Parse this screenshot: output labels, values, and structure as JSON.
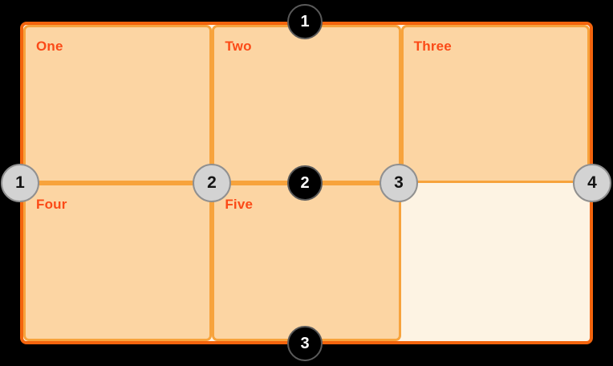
{
  "colors": {
    "background": "#000000",
    "container_border": "#F3640D",
    "container_bg": "#FDF3E3",
    "cell_bg": "#FCD5A3",
    "cell_border": "#F7A33C",
    "cell_label": "#FB4A17",
    "row_badge_bg": "#000000",
    "row_badge_border": "#5A5A5A",
    "row_badge_text": "#FFFFFF",
    "col_badge_bg": "#D3D3D3",
    "col_badge_border": "#909090",
    "col_badge_text": "#141414"
  },
  "grid": {
    "cells": [
      {
        "label": "One"
      },
      {
        "label": "Two"
      },
      {
        "label": "Three"
      },
      {
        "label": "Four"
      },
      {
        "label": "Five"
      }
    ]
  },
  "row_line_badges": [
    {
      "number": "1"
    },
    {
      "number": "2"
    },
    {
      "number": "3"
    }
  ],
  "column_line_badges": [
    {
      "number": "1"
    },
    {
      "number": "2"
    },
    {
      "number": "3"
    },
    {
      "number": "4"
    }
  ]
}
